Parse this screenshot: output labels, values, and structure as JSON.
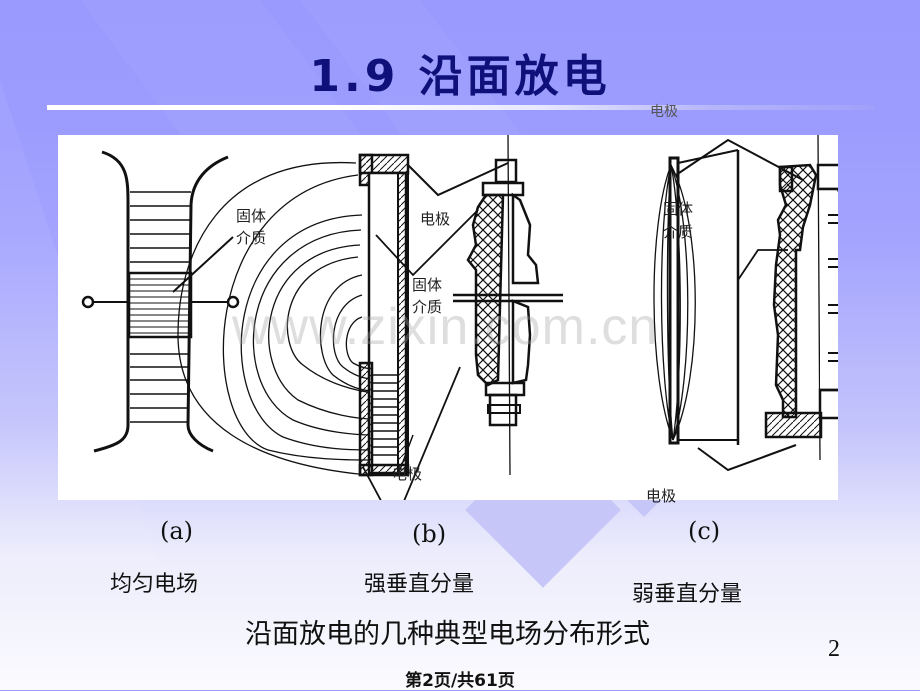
{
  "slide": {
    "title": "1.9  沿面放电",
    "number": "2",
    "page_indicator": "第2页/共61页",
    "watermark": "www.zixin.com.cn",
    "colors": {
      "title": "#10107a",
      "background_top": "#9a9afe",
      "background_bottom": "#fbfbfe",
      "accent_shape": "#c6c6f8"
    }
  },
  "figure": {
    "labels": {
      "electrode_top": "电极",
      "diagram_a_dielectric_l1": "固体",
      "diagram_a_dielectric_l2": "介质",
      "diagram_b_electrode": "电极",
      "diagram_b_dielectric_l1": "固体",
      "diagram_b_dielectric_l2": "介质",
      "diagram_b_electrode_bottom": "电极",
      "diagram_c_dielectric_l1": "固体",
      "diagram_c_dielectric_l2": "介质",
      "diagram_c_electrode_bottom": "电极"
    },
    "panels": [
      {
        "id": "(a)",
        "description": "均匀电场"
      },
      {
        "id": "(b)",
        "description": "强垂直分量"
      },
      {
        "id": "(c)",
        "description": "弱垂直分量"
      }
    ],
    "caption": "沿面放电的几种典型电场分布形式"
  }
}
